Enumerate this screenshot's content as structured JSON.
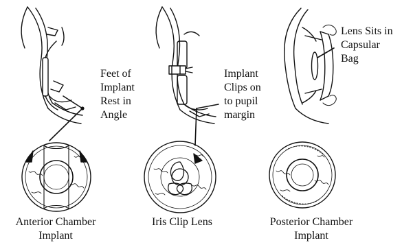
{
  "callouts": {
    "anterior": "Feet of\nImplant\nRest in\nAngle",
    "iris_clip": "Implant\nClips on\nto pupil\nmargin",
    "posterior": "Lens Sits in\nCapsular\nBag"
  },
  "captions": {
    "anterior": "Anterior Chamber\nImplant",
    "iris_clip": "Iris Clip Lens",
    "posterior": "Posterior Chamber\nImplant"
  }
}
